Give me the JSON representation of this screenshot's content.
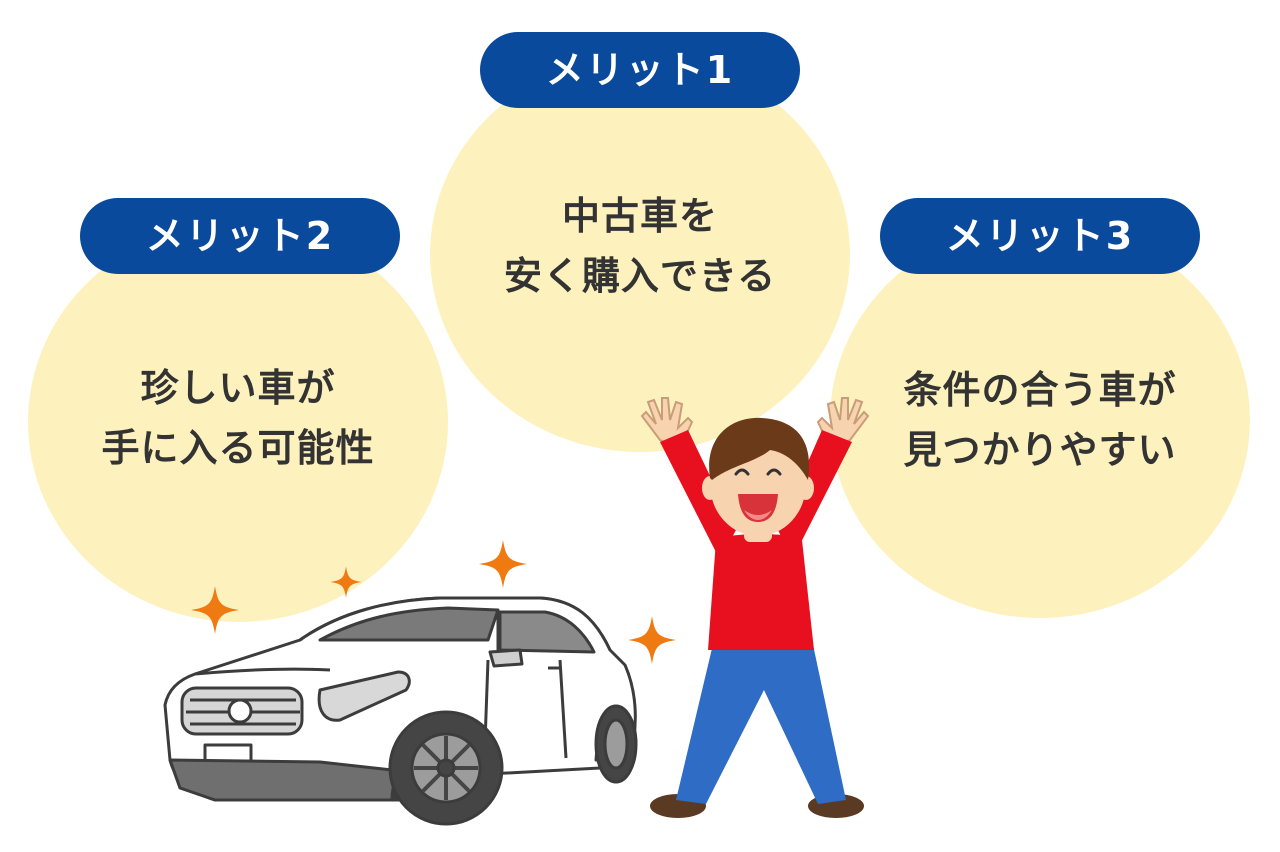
{
  "merits": [
    {
      "label": "メリット1",
      "lines": [
        "中古車を",
        "安く購入できる"
      ]
    },
    {
      "label": "メリット2",
      "lines": [
        "珍しい車が",
        "手に入る可能性"
      ]
    },
    {
      "label": "メリット3",
      "lines": [
        "条件の合う車が",
        "見つかりやすい"
      ]
    }
  ],
  "colors": {
    "pill": "#0a4a9c",
    "bubble": "#fdf2bd",
    "text": "#333333",
    "sparkle": "#f07a12",
    "shirt": "#e8101e",
    "pants": "#2e6cc6",
    "hair": "#6b3a18",
    "skin": "#f8d3b0"
  },
  "icons": [
    "sparkle-icon",
    "car-illustration",
    "man-illustration"
  ]
}
